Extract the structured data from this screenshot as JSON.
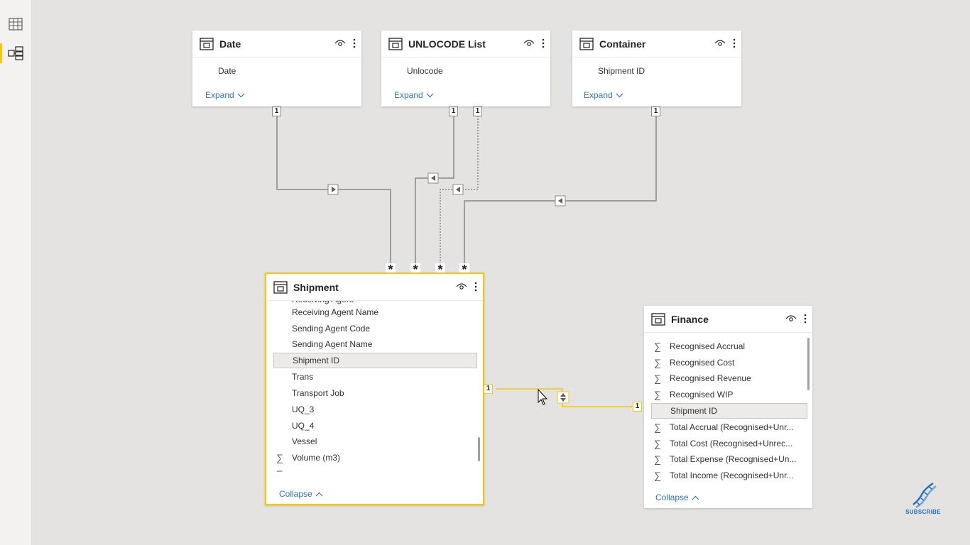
{
  "tables": {
    "date": {
      "title": "Date",
      "fields": [
        "Date"
      ],
      "expand_label": "Expand"
    },
    "unlocode": {
      "title": "UNLOCODE List",
      "fields": [
        "Unlocode"
      ],
      "expand_label": "Expand"
    },
    "container": {
      "title": "Container",
      "fields": [
        "Shipment ID"
      ],
      "expand_label": "Expand"
    },
    "shipment": {
      "title": "Shipment",
      "fields": [
        "Receiving Agent",
        "Receiving Agent Name",
        "Sending Agent Code",
        "Sending Agent Name",
        "Shipment ID",
        "Trans",
        "Transport Job",
        "UQ_3",
        "UQ_4",
        "Vessel",
        "Volume (m3)"
      ],
      "selected_field": "Shipment ID",
      "collapse_label": "Collapse"
    },
    "finance": {
      "title": "Finance",
      "fields": [
        "Recognised Accrual",
        "Recognised Cost",
        "Recognised Revenue",
        "Recognised WIP",
        "Shipment ID",
        "Total Accrual (Recognised+Unr...",
        "Total Cost (Recognised+Unrec...",
        "Total Expense (Recognised+Un...",
        "Total Income (Recognised+Unr..."
      ],
      "selected_field": "Shipment ID",
      "collapse_label": "Collapse"
    }
  },
  "relationships": {
    "one_label": "1",
    "many_label": "*"
  },
  "watermark": {
    "label": "SUBSCRIBE"
  },
  "colors": {
    "accent": "#f2c811",
    "link": "#2f72c4",
    "canvas": "#e4e3e2"
  },
  "icons": [
    "table-view-icon",
    "model-view-icon",
    "table-icon",
    "eye-icon",
    "more-icon",
    "chevron-down-icon",
    "chevron-up-icon",
    "sigma-icon",
    "dna-icon"
  ]
}
